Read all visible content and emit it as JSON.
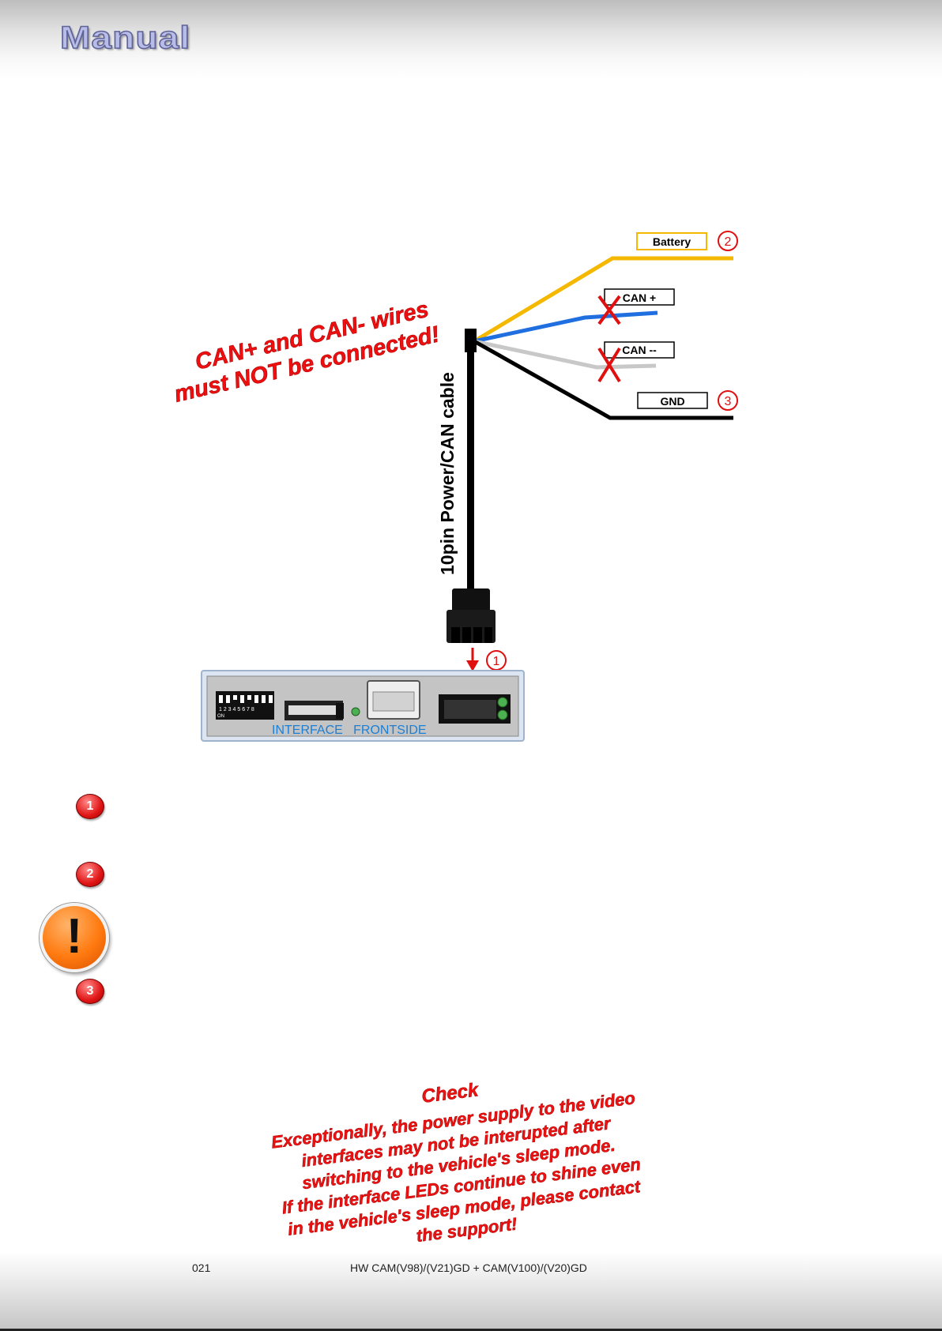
{
  "header": {
    "logo_text": "Manual"
  },
  "diagram": {
    "warning_line1": "CAN+ and CAN- wires",
    "warning_line2": "must NOT be connected!",
    "cable_label": "10pin Power/CAN cable",
    "wires": {
      "battery": "Battery",
      "can_plus": "CAN +",
      "can_minus": "CAN --",
      "gnd": "GND"
    },
    "markers": {
      "m1": "1",
      "m2": "2",
      "m3": "3"
    },
    "interface_label": "INTERFACE   FRONTSIDE",
    "dip_labels": "1 2 3 4 5 6 7 8",
    "dip_on": "ON",
    "colors": {
      "battery": "#f5b800",
      "can_plus": "#1f6fe0",
      "can_minus": "#c8c8c8",
      "gnd": "#000000",
      "interface_text": "#1c7fd6"
    }
  },
  "legend": {
    "m1": "1",
    "m2": "2",
    "m3": "3"
  },
  "alert": {
    "icon": "exclamation-icon",
    "glyph": "!"
  },
  "check_notice": {
    "title": "Check",
    "line1": "Exceptionally, the power supply to the video",
    "line2": "interfaces may not be interupted after",
    "line3": "switching to the vehicle's sleep mode.",
    "line4": "If the interface LEDs continue to shine even",
    "line5": "in the vehicle's sleep mode, please contact",
    "line6": "the support!"
  },
  "footer": {
    "page_number": "021",
    "model": "HW CAM(V98)/(V21)GD + CAM(V100)/(V20)GD"
  }
}
